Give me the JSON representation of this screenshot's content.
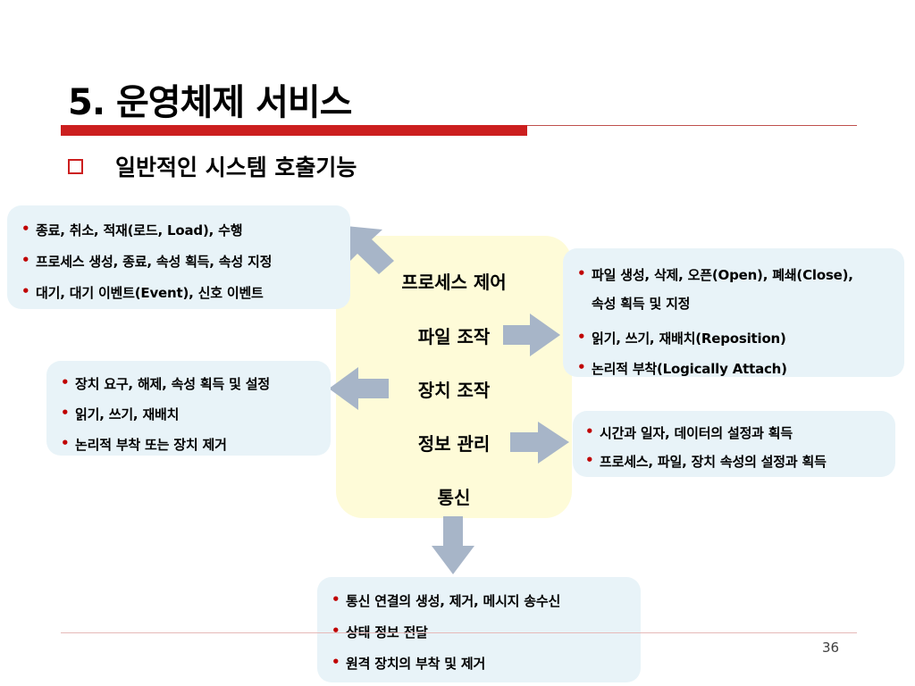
{
  "slide": {
    "title": "5. 운영체제 서비스",
    "subtitle": "일반적인 시스템 호출기능",
    "page_number": "36"
  },
  "center": {
    "items": [
      "프로세스 제어",
      "파일 조작",
      "장치 조작",
      "정보 관리",
      "통신"
    ]
  },
  "process_box": {
    "items": [
      "종료, 취소, 적재(로드, Load), 수행",
      "프로세스 생성, 종료, 속성 획득, 속성 지정",
      "대기, 대기 이벤트(Event), 신호 이벤트"
    ]
  },
  "file_box": {
    "items": [
      "파일 생성, 삭제, 오픈(Open), 폐쇄(Close),",
      "속성 획득 및 지정",
      "읽기, 쓰기, 재배치(Reposition)",
      "논리적 부착(Logically Attach)"
    ]
  },
  "device_box": {
    "items": [
      "장치 요구, 해제, 속성 획득 및 설정",
      "읽기, 쓰기, 재배치",
      "논리적 부착 또는 장치 제거"
    ]
  },
  "info_box": {
    "items": [
      "시간과 일자, 데이터의 설정과 획득",
      "프로세스, 파일, 장치 속성의 설정과 획득"
    ]
  },
  "comm_box": {
    "items": [
      "통신 연결의 생성, 제거, 메시지 송수신",
      "상태 정보 전달",
      "원격 장치의 부착 및 제거"
    ]
  },
  "colors": {
    "accent_red": "#cc1f1f",
    "box_fill": "#e8f3f8",
    "center_fill": "#fefbd8",
    "arrow_fill": "#a7b5c8"
  }
}
